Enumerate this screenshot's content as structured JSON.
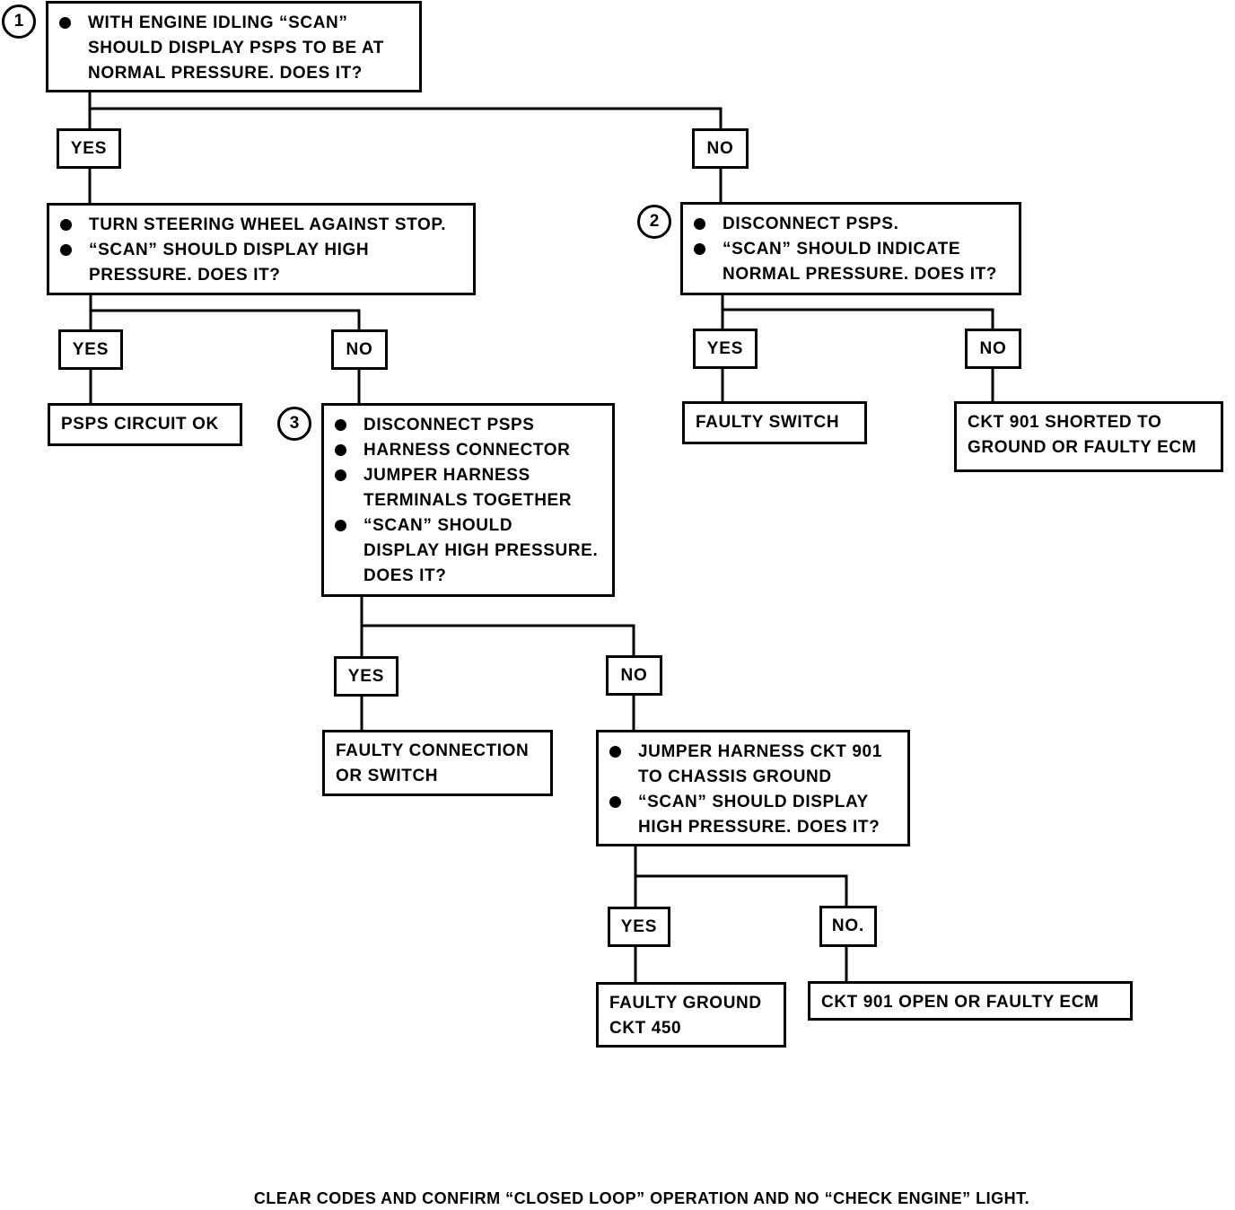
{
  "steps": {
    "s1": "1",
    "s2": "2",
    "s3": "3"
  },
  "nodes": {
    "q1": [
      "WITH ENGINE IDLING “SCAN”\nSHOULD DISPLAY PSPS TO BE AT\nNORMAL PRESSURE. DOES IT?"
    ],
    "q1_yes": [
      "TURN STEERING WHEEL AGAINST STOP.",
      "“SCAN” SHOULD DISPLAY HIGH\nPRESSURE. DOES IT?"
    ],
    "q1_no": [
      "DISCONNECT PSPS.",
      "“SCAN” SHOULD INDICATE\nNORMAL PRESSURE. DOES IT?"
    ],
    "q3": [
      "DISCONNECT PSPS",
      "HARNESS CONNECTOR",
      "JUMPER HARNESS\nTERMINALS TOGETHER",
      "“SCAN” SHOULD\nDISPLAY HIGH PRESSURE.\nDOES IT?"
    ],
    "q4": [
      "JUMPER HARNESS CKT 901\nTO CHASSIS GROUND",
      "“SCAN” SHOULD DISPLAY\nHIGH PRESSURE. DOES IT?"
    ]
  },
  "results": {
    "psps_ok": "PSPS CIRCUIT OK",
    "faulty_switch": "FAULTY SWITCH",
    "ckt901_shorted": "CKT 901 SHORTED TO\nGROUND OR FAULTY ECM",
    "faulty_connection": "FAULTY CONNECTION\nOR SWITCH",
    "faulty_ground": "FAULTY GROUND\nCKT 450",
    "ckt901_open": "CKT 901 OPEN OR FAULTY ECM"
  },
  "labels": {
    "yes": "YES",
    "no": "NO",
    "no_dot": "NO."
  },
  "footer": "CLEAR CODES AND CONFIRM “CLOSED LOOP” OPERATION AND NO “CHECK ENGINE” LIGHT."
}
